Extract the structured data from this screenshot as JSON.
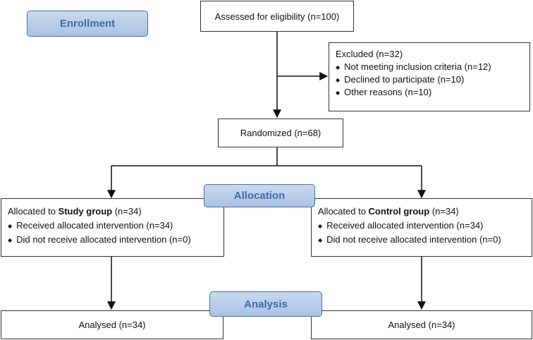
{
  "stages": {
    "enrollment": "Enrollment",
    "allocation": "Allocation",
    "analysis": "Analysis"
  },
  "assessed": "Assessed for eligibility (n=100)",
  "excluded": {
    "title": "Excluded (n=32)",
    "items": [
      "Not meeting inclusion criteria (n=12)",
      "Declined to participate (n=10)",
      "Other reasons (n=10)"
    ]
  },
  "randomized": "Randomized (n=68)",
  "study": {
    "prefix": "Allocated to ",
    "group": "Study group",
    "suffix": " (n=34)",
    "items": [
      "Received allocated intervention (n=34)",
      "Did not receive allocated intervention (n=0)"
    ],
    "analysed": "Analysed (n=34)"
  },
  "control": {
    "prefix": "Allocated to ",
    "group": "Control group",
    "suffix": " (n=34)",
    "items": [
      "Received allocated intervention (n=34)",
      "Did not receive allocated intervention (n=0)"
    ],
    "analysed": "Analysed (n=34)"
  },
  "bullet_glyph": "◆"
}
